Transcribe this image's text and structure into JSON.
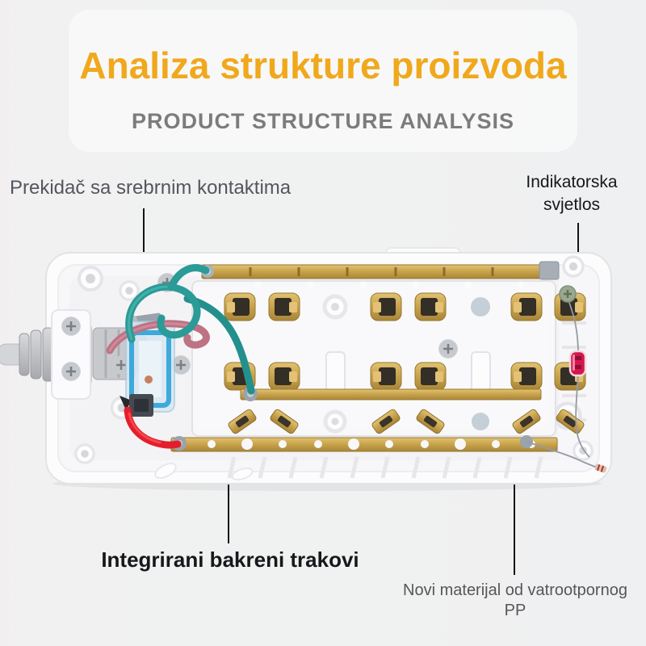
{
  "header": {
    "title": "Analiza strukture proizvoda",
    "subtitle": "PRODUCT STRUCTURE ANALYSIS"
  },
  "annotations": {
    "switch_label": "Prekidač sa srebrnim kontaktima",
    "indicator_label": "Indikatorska svjetlos",
    "copper_label": "Integrirani bakreni trakovi",
    "material_label": "Novi materijal od vatrootpornog PP"
  },
  "colors": {
    "accent_orange": "#F0A81C",
    "subtitle_gray": "#7C7C7C",
    "label_dark": "#55565E",
    "label_black": "#17181C",
    "background": "#F0F1F1",
    "leader_line": "#141414",
    "wire_teal": "#2A9B97",
    "wire_red": "#E41E2C",
    "wire_pink": "#BD7384",
    "copper_brass": "#C7A24A",
    "indicator_led_red": "#D6154D",
    "switch_blue": "#2AA3D8",
    "shell_white": "#FBFBFC",
    "cable_gray": "#C2C4C8"
  }
}
